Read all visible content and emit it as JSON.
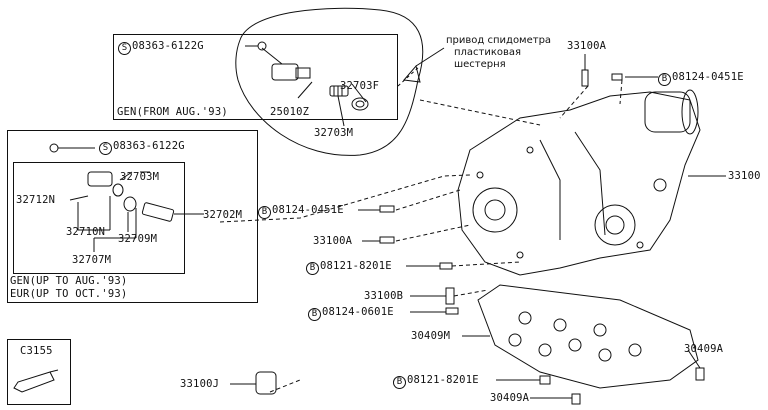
{
  "note": {
    "line1": "привод спидометра",
    "line2": "пластиковая",
    "line3": "шестерня"
  },
  "inset_top": {
    "bolt_symbol": "S",
    "bolt": "08363-6122G",
    "caption": "GEN(FROM AUG.'93)",
    "p25010Z": "25010Z",
    "p32703F": "32703F",
    "p32703M": "32703M"
  },
  "inset_left": {
    "bolt_symbol": "S",
    "bolt": "08363-6122G",
    "p32712N": "32712N",
    "p32703M": "32703M",
    "p32710N": "32710N",
    "p32709M": "32709M",
    "p32707M": "32707M",
    "p32702M": "32702M",
    "caption1": "GEN(UP TO AUG.'93)",
    "caption2": "EUR(UP TO OCT.'93)"
  },
  "sealant": {
    "code": "C3155"
  },
  "callouts": {
    "c33100A_top": "33100A",
    "b_sym": "B",
    "b08124_0451E_right": "08124-0451E",
    "c33100": "33100",
    "b08124_0451E_left": "08124-0451E",
    "c33100A_left": "33100A",
    "b08121_8201E_upper": "08121-8201E",
    "c33100B": "33100B",
    "b08124_0601E": "08124-0601E",
    "c30409M": "30409M",
    "c30409A_right": "30409A",
    "c33100J": "33100J",
    "b08121_8201E_lower": "08121-8201E",
    "c30409A_bottom": "30409A"
  }
}
